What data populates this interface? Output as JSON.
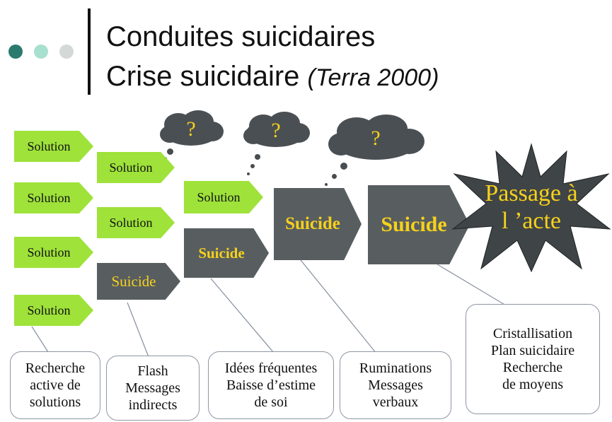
{
  "title": {
    "line1": "Conduites suicidaires",
    "line2": "Crise suicidaire",
    "citation": "(Terra 2000)"
  },
  "colors": {
    "solution_fill": "#9ee23a",
    "suicide_fill": "#585e60",
    "highlight_text": "#f6d11c",
    "cloud_fill": "#4a4f53",
    "dot_teal": "#2a7a6e",
    "dot_mint": "#a8e0cf",
    "dot_grey": "#d4d9d8"
  },
  "columns": [
    {
      "arrows": [
        "Solution",
        "Solution",
        "Solution",
        "Solution"
      ]
    },
    {
      "arrows": [
        "Solution",
        "Solution",
        "Suicide"
      ]
    },
    {
      "arrows": [
        "Solution",
        "Suicide"
      ]
    },
    {
      "arrows": [
        "Suicide"
      ]
    },
    {
      "arrows": [
        "Suicide"
      ]
    }
  ],
  "thought_clouds": [
    "?",
    "?",
    "?"
  ],
  "passage": {
    "line1": "Passage à",
    "line2": "l ’acte"
  },
  "stage_boxes": [
    {
      "lines": [
        "Recherche",
        "active de",
        "solutions"
      ]
    },
    {
      "lines": [
        "Flash",
        "Messages",
        "indirects"
      ]
    },
    {
      "lines": [
        "Idées fréquentes",
        "Baisse d’estime",
        "de soi"
      ]
    },
    {
      "lines": [
        "Ruminations",
        "Messages",
        "verbaux"
      ]
    },
    {
      "lines": [
        "Cristallisation",
        "Plan suicidaire",
        "Recherche",
        "de moyens"
      ]
    }
  ]
}
